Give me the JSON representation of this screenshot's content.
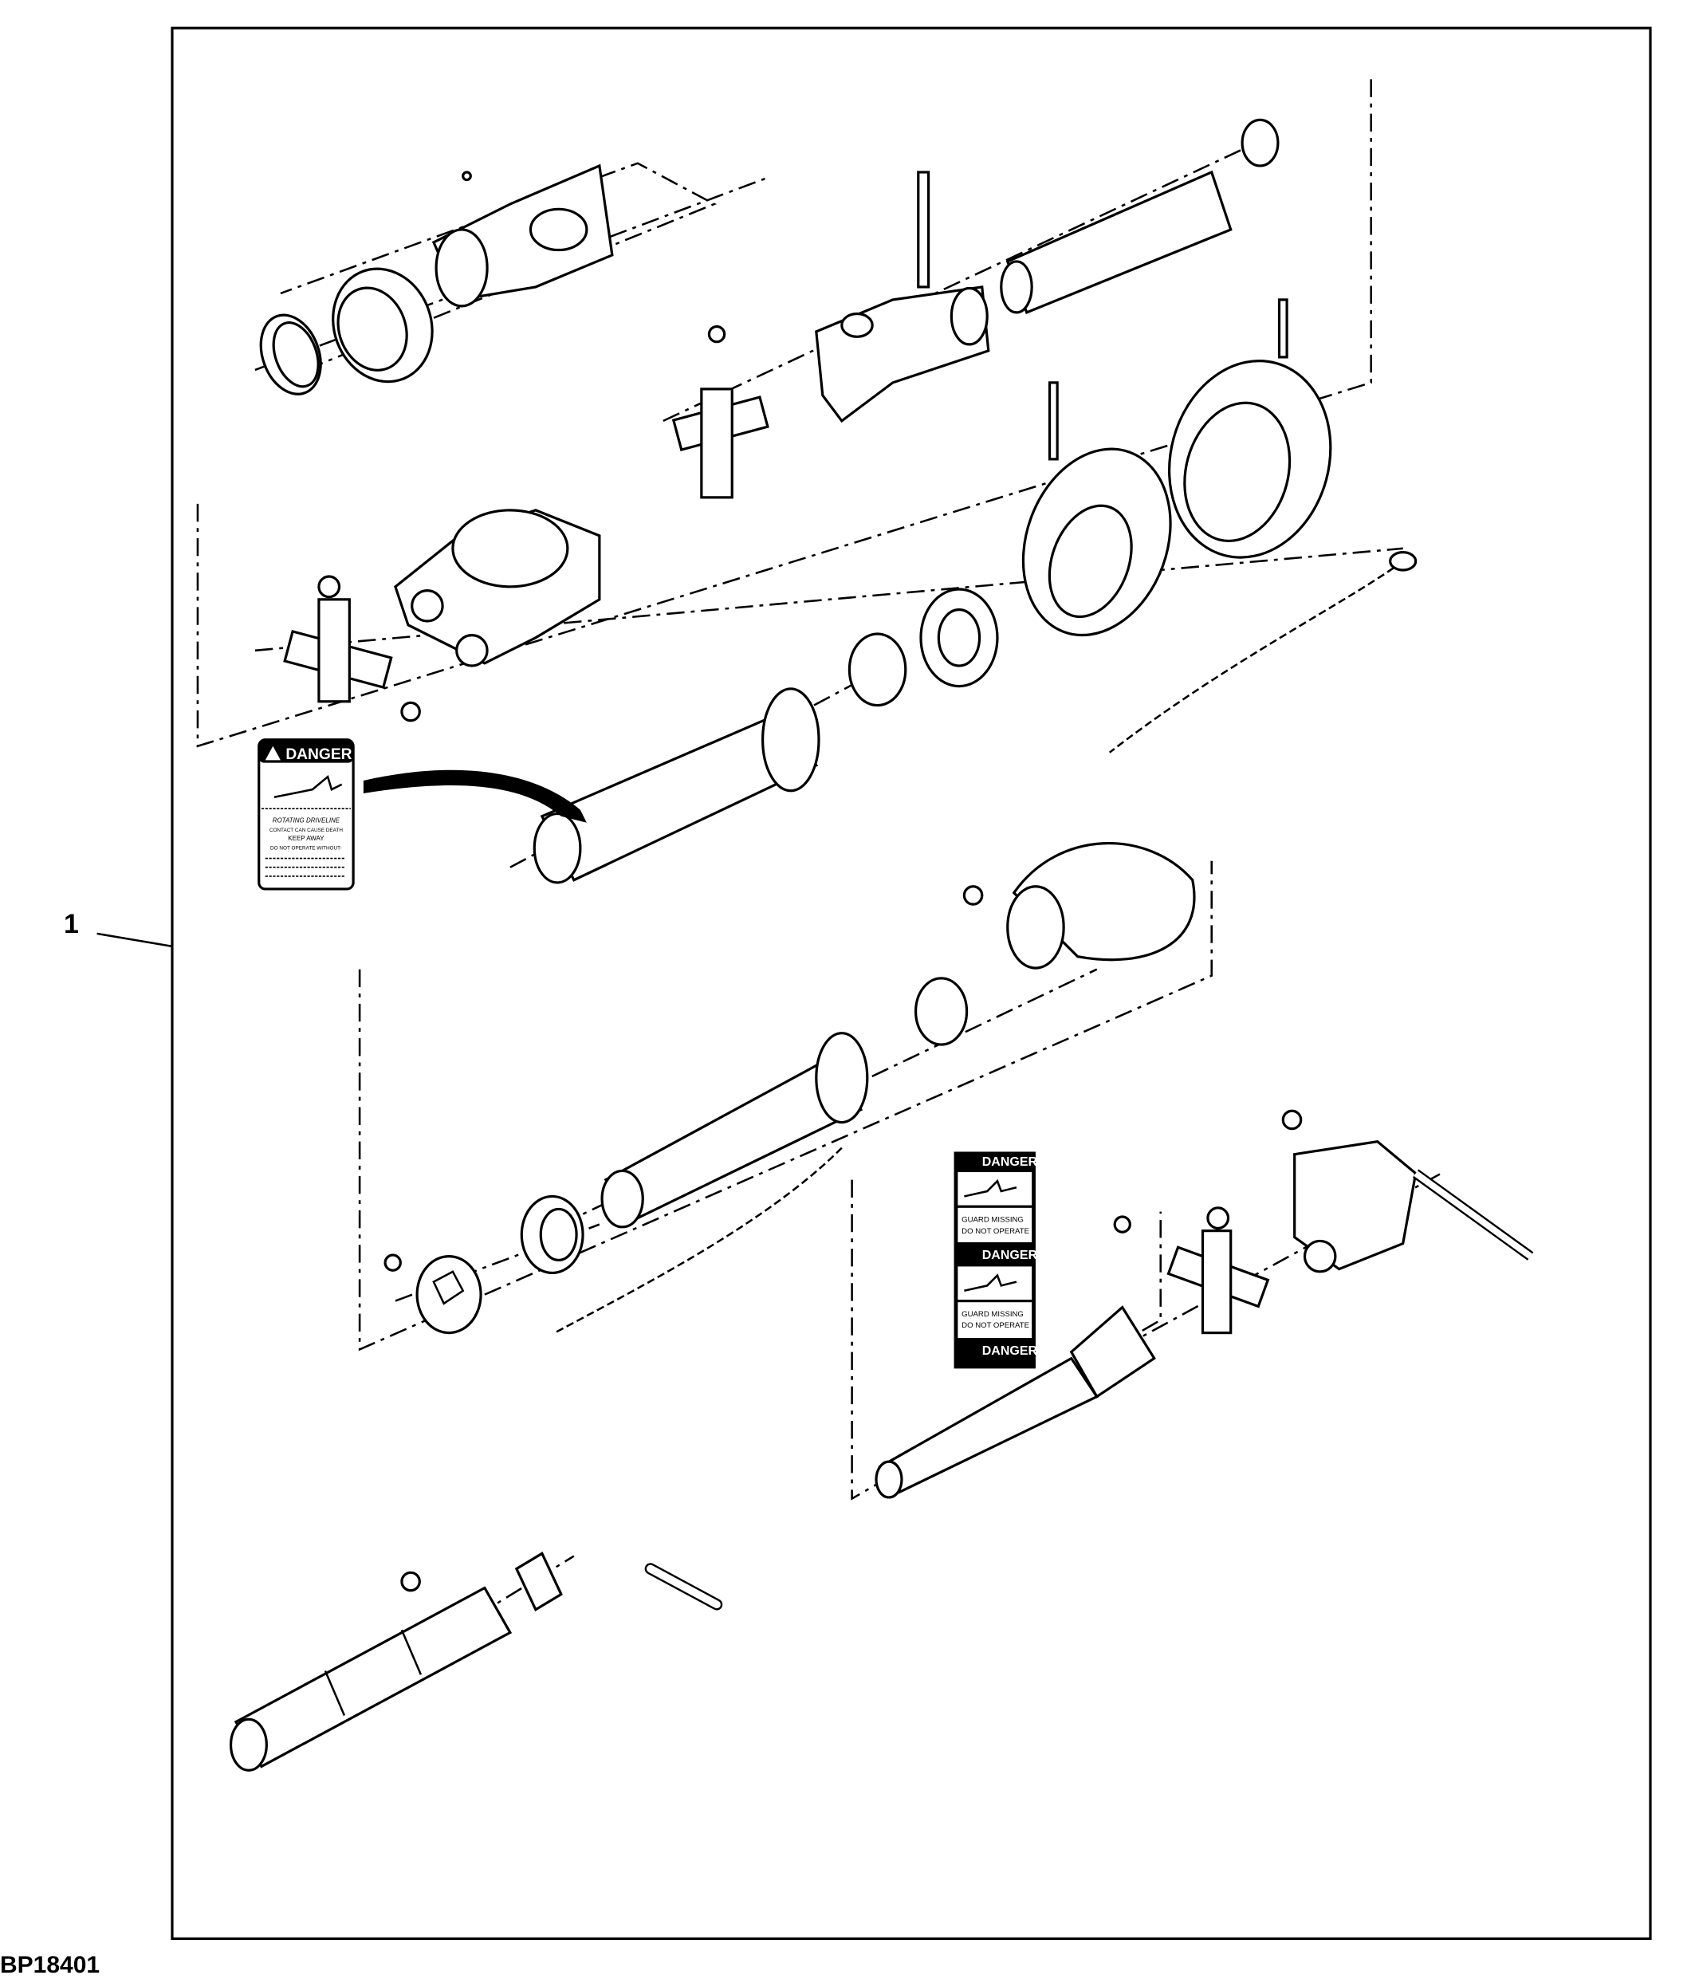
{
  "figure": {
    "id": "BP18401",
    "callout": "1"
  },
  "decal_1": {
    "header": "DANGER",
    "line1": "ROTATING DRIVELINE",
    "line2": "CONTACT CAN CAUSE DEATH",
    "line3": "KEEP AWAY",
    "line4": "DO NOT OPERATE WITHOUT-"
  },
  "decal_2": {
    "header": "DANGER",
    "guard1": "GUARD MISSING",
    "guard1b": "DO NOT OPERATE",
    "header2": "DANGER",
    "guard2": "GUARD MISSING",
    "guard2b": "DO NOT OPERATE",
    "header3": "DANGER"
  }
}
